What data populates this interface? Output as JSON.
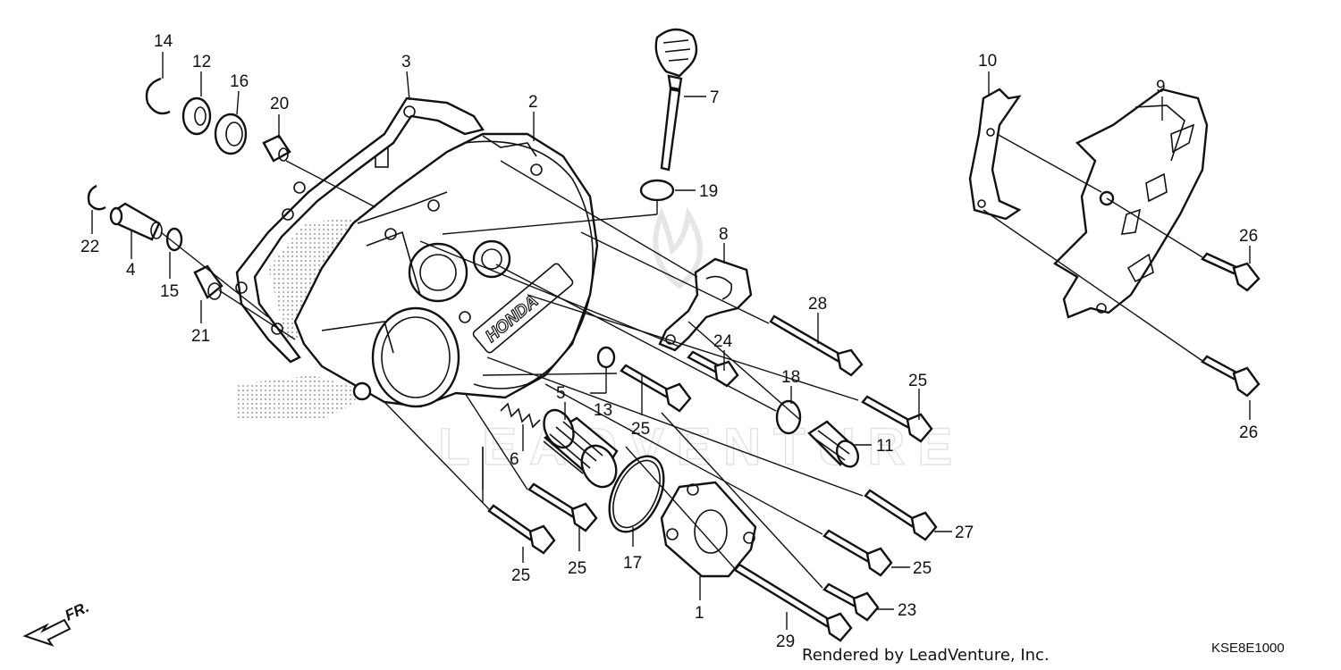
{
  "diagram": {
    "callouts": [
      {
        "id": "c14",
        "label": "14"
      },
      {
        "id": "c12",
        "label": "12"
      },
      {
        "id": "c16",
        "label": "16"
      },
      {
        "id": "c20",
        "label": "20"
      },
      {
        "id": "c3",
        "label": "3"
      },
      {
        "id": "c2",
        "label": "2"
      },
      {
        "id": "c7",
        "label": "7"
      },
      {
        "id": "c19",
        "label": "19"
      },
      {
        "id": "c10",
        "label": "10"
      },
      {
        "id": "c9",
        "label": "9"
      },
      {
        "id": "c22",
        "label": "22"
      },
      {
        "id": "c4",
        "label": "4"
      },
      {
        "id": "c15",
        "label": "15"
      },
      {
        "id": "c21",
        "label": "21"
      },
      {
        "id": "c8",
        "label": "8"
      },
      {
        "id": "c26a",
        "label": "26"
      },
      {
        "id": "c28",
        "label": "28"
      },
      {
        "id": "c24",
        "label": "24"
      },
      {
        "id": "c5",
        "label": "5"
      },
      {
        "id": "c13",
        "label": "13"
      },
      {
        "id": "c18",
        "label": "18"
      },
      {
        "id": "c25a",
        "label": "25"
      },
      {
        "id": "c25b",
        "label": "25"
      },
      {
        "id": "c11",
        "label": "11"
      },
      {
        "id": "c26b",
        "label": "26"
      },
      {
        "id": "c6",
        "label": "6"
      },
      {
        "id": "c27",
        "label": "27"
      },
      {
        "id": "c25c",
        "label": "25"
      },
      {
        "id": "c25d",
        "label": "25"
      },
      {
        "id": "c17",
        "label": "17"
      },
      {
        "id": "c25e",
        "label": "25"
      },
      {
        "id": "c1",
        "label": "1"
      },
      {
        "id": "c23",
        "label": "23"
      },
      {
        "id": "c29",
        "label": "29"
      }
    ],
    "brand_text": "HONDA",
    "direction_label": "FR.",
    "watermark": "LEADVENTURE",
    "footer": {
      "rendered_by": "Rendered by LeadVenture, Inc.",
      "diagram_code": "KSE8E1000"
    }
  }
}
